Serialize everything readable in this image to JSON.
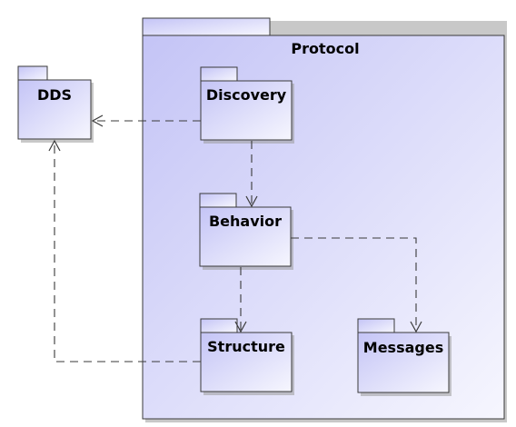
{
  "diagram": {
    "packages": {
      "protocol": "Protocol",
      "dds": "DDS",
      "discovery": "Discovery",
      "behavior": "Behavior",
      "structure": "Structure",
      "messages": "Messages"
    },
    "dependencies": [
      {
        "from": "Discovery",
        "to": "DDS"
      },
      {
        "from": "Discovery",
        "to": "Behavior"
      },
      {
        "from": "Behavior",
        "to": "Structure"
      },
      {
        "from": "Behavior",
        "to": "Messages"
      },
      {
        "from": "Structure",
        "to": "DDS"
      }
    ],
    "colors": {
      "fill_light": "#f4f4fd",
      "fill_dark": "#c6c6f7",
      "stroke": "#3a3a3a",
      "shadow": "#9a9a9a"
    }
  }
}
